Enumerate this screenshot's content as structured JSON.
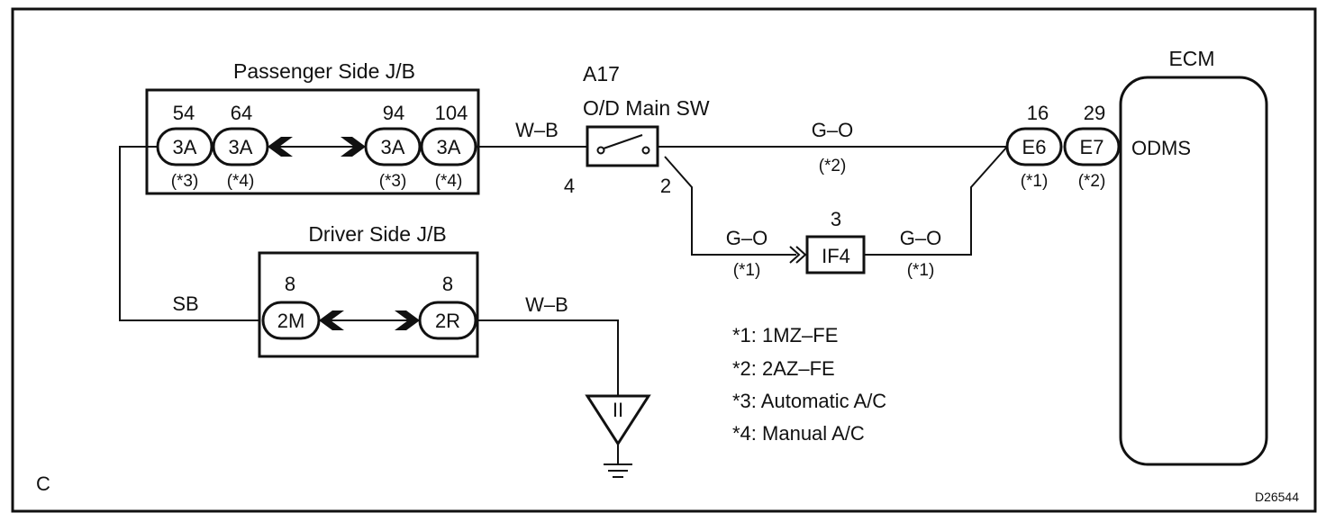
{
  "frame_label": "C",
  "figure_code": "D26544",
  "ecm": {
    "title": "ECM",
    "terminal": "ODMS"
  },
  "passenger_jb": {
    "title": "Passenger Side J/B",
    "pins": [
      {
        "num": "54",
        "conn": "3A",
        "note": "(*3)"
      },
      {
        "num": "64",
        "conn": "3A",
        "note": "(*4)"
      },
      {
        "num": "94",
        "conn": "3A",
        "note": "(*3)"
      },
      {
        "num": "104",
        "conn": "3A",
        "note": "(*4)"
      }
    ]
  },
  "driver_jb": {
    "title": "Driver Side J/B",
    "pins": [
      {
        "num": "8",
        "conn": "2M"
      },
      {
        "num": "8",
        "conn": "2R"
      }
    ]
  },
  "switch": {
    "id": "A17",
    "name": "O/D Main SW",
    "pin_in": "4",
    "pin_out": "2"
  },
  "ecm_pins": [
    {
      "num": "16",
      "conn": "E6",
      "note": "(*1)"
    },
    {
      "num": "29",
      "conn": "E7",
      "note": "(*2)"
    }
  ],
  "junction": {
    "id": "IF4",
    "pin": "3"
  },
  "wires": {
    "wb_jb_to_switch": "W–B",
    "go_top": "G–O",
    "go_top_note": "(*2)",
    "go_left": "G–O",
    "go_left_note": "(*1)",
    "go_right": "G–O",
    "go_right_note": "(*1)",
    "sb": "SB",
    "wb_ground": "W–B"
  },
  "ground": {
    "label": "II"
  },
  "legend": [
    "*1: 1MZ–FE",
    "*2: 2AZ–FE",
    "*3: Automatic A/C",
    "*4: Manual A/C"
  ]
}
